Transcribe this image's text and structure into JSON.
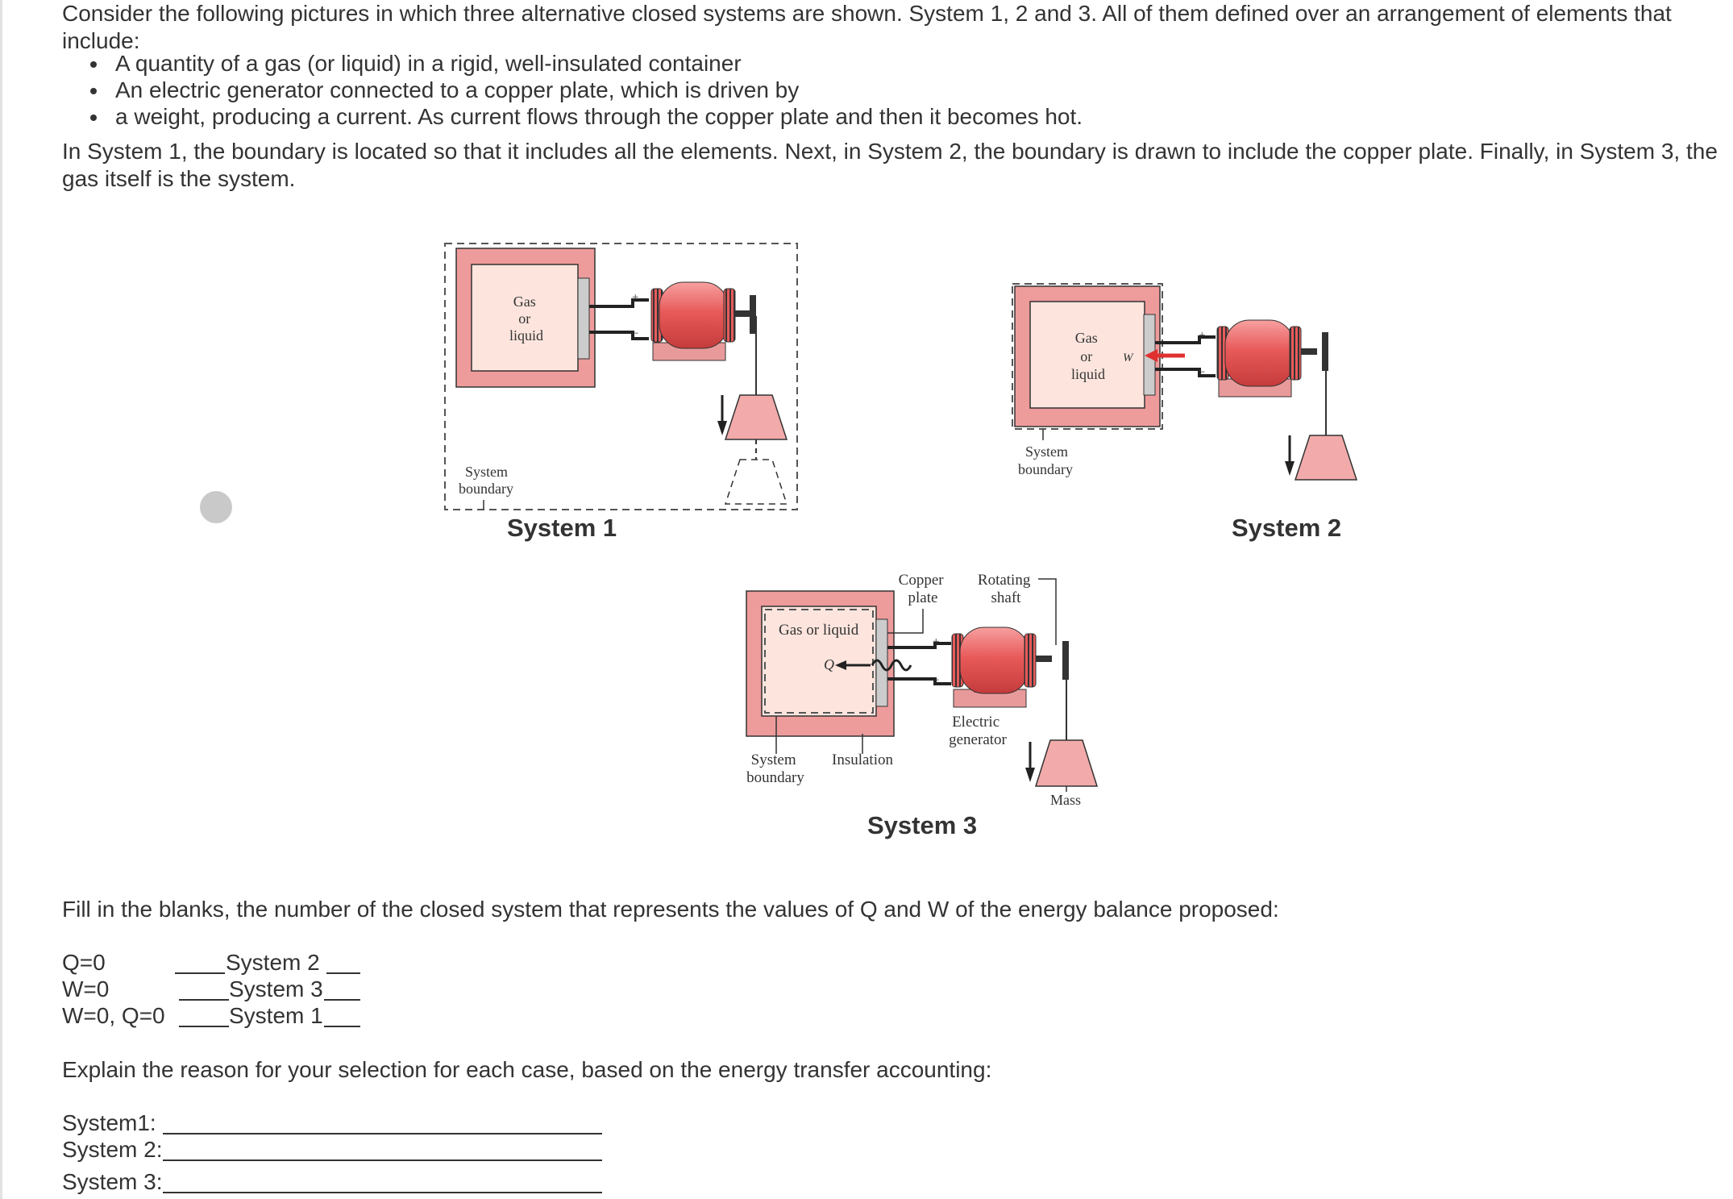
{
  "intro": {
    "paragraph1": "Consider the following pictures in which three alternative closed systems are shown. System 1, 2 and 3. All of them defined over an arrangement of elements that include:",
    "bullets": [
      "A quantity of a gas (or liquid) in a rigid, well-insulated container",
      "An electric generator connected to a copper plate, which is driven by",
      "a weight, producing a current. As current flows through the copper plate and then it becomes hot."
    ],
    "paragraph2": "In System 1, the boundary is located so that it includes all the elements. Next, in System 2, the boundary is drawn to include the copper plate. Finally, in System 3, the gas itself is the system."
  },
  "figure": {
    "system1": {
      "caption": "System 1",
      "gas_lines": [
        "Gas",
        "or",
        "liquid"
      ],
      "boundary_lines": [
        "System",
        "boundary"
      ]
    },
    "system2": {
      "caption": "System 2",
      "gas_lines": [
        "Gas",
        "or",
        "liquid"
      ],
      "boundary_lines": [
        "System",
        "boundary"
      ],
      "work_label": "W"
    },
    "system3": {
      "caption": "System 3",
      "gas": "Gas or liquid",
      "copper_lines": [
        "Copper",
        "plate"
      ],
      "shaft_lines": [
        "Rotating",
        "shaft"
      ],
      "heat_label": "Q",
      "generator_lines": [
        "Electric",
        "generator"
      ],
      "boundary_lines": [
        "System",
        "boundary"
      ],
      "insulation": "Insulation",
      "mass": "Mass"
    },
    "plus": "+",
    "minus": "−"
  },
  "question": {
    "fill_prompt": "Fill in the blanks, the number of the closed system that represents the values of Q and W of the energy balance proposed:",
    "rows": [
      {
        "label": "Q=0",
        "answer": "System 2"
      },
      {
        "label": "W=0",
        "answer": "System 3"
      },
      {
        "label": "W=0, Q=0",
        "answer": "System 1"
      }
    ],
    "explain_prompt": "Explain the reason for your selection for each case, based on the energy transfer accounting:",
    "explain_labels": [
      "System1:",
      "System 2:",
      "System 3:"
    ]
  },
  "colors": {
    "insulation": "#ee9b9b",
    "gas_fill": "#fde5de",
    "generator": "#e85555",
    "plate": "#cccccc",
    "text": "#333333"
  }
}
